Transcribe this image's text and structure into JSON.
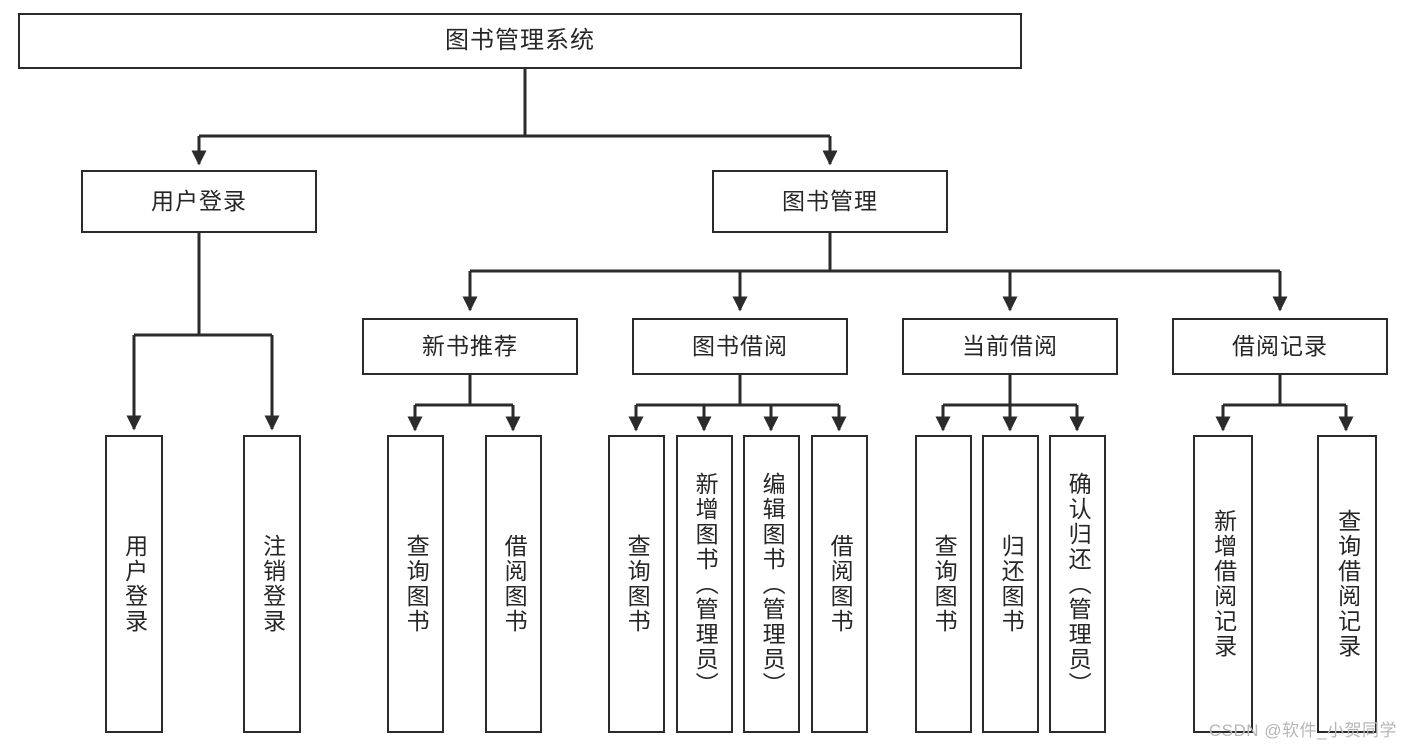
{
  "diagram": {
    "type": "tree-hierarchy-chart",
    "title": "图书管理系统",
    "line_color": "#2b2b2b",
    "box_fill": "#ffffff",
    "text_color": "#262626",
    "watermark": "CSDN @软件_小贺同学",
    "nodes": {
      "root": {
        "label": "图书管理系统"
      },
      "level2": [
        {
          "id": "user-login",
          "label": "用户登录"
        },
        {
          "id": "book-management",
          "label": "图书管理"
        }
      ],
      "level3": [
        {
          "id": "new-book-recommend",
          "label": "新书推荐"
        },
        {
          "id": "book-borrow",
          "label": "图书借阅"
        },
        {
          "id": "current-borrow",
          "label": "当前借阅"
        },
        {
          "id": "borrow-record",
          "label": "借阅记录"
        }
      ],
      "leaves": {
        "user_login": [
          {
            "id": "leaf-user-login",
            "label": "用户登录"
          },
          {
            "id": "leaf-logout-login",
            "label": "注销登录"
          }
        ],
        "new_book_recommend": [
          {
            "id": "leaf-query-book-1",
            "label": "查询图书"
          },
          {
            "id": "leaf-borrow-book-1",
            "label": "借阅图书"
          }
        ],
        "book_borrow": [
          {
            "id": "leaf-query-book-2",
            "label": "查询图书"
          },
          {
            "id": "leaf-add-book",
            "label": "新增图书（管理员）"
          },
          {
            "id": "leaf-edit-book",
            "label": "编辑图书（管理员）"
          },
          {
            "id": "leaf-borrow-book-2",
            "label": "借阅图书"
          }
        ],
        "current_borrow": [
          {
            "id": "leaf-query-book-3",
            "label": "查询图书"
          },
          {
            "id": "leaf-return-book",
            "label": "归还图书"
          },
          {
            "id": "leaf-confirm-return",
            "label": "确认归还（管理员）"
          }
        ],
        "borrow_record": [
          {
            "id": "leaf-add-record",
            "label": "新增借阅记录"
          },
          {
            "id": "leaf-query-record",
            "label": "查询借阅记录"
          }
        ]
      }
    }
  }
}
